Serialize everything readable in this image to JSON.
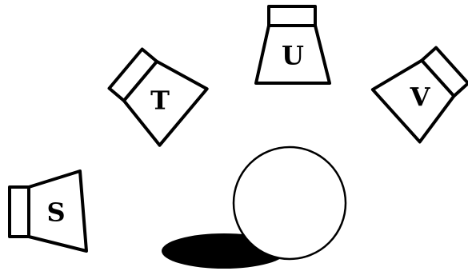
{
  "diagram": {
    "lamps": [
      {
        "id": "S",
        "label": "S"
      },
      {
        "id": "T",
        "label": "T"
      },
      {
        "id": "U",
        "label": "U"
      },
      {
        "id": "V",
        "label": "V"
      }
    ],
    "colors": {
      "stroke": "#000000",
      "background": "#ffffff",
      "shadow": "#000000"
    }
  }
}
